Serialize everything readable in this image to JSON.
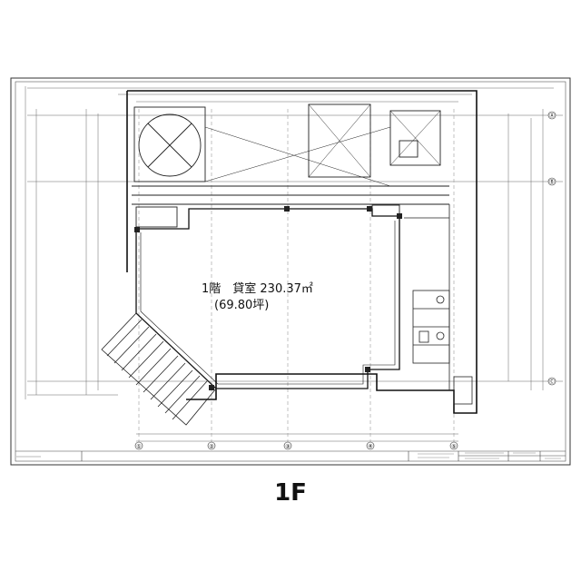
{
  "room": {
    "name_area": "1階　貸室 230.37㎡",
    "area_tsubo": "(69.80坪)"
  },
  "floor_label": "1F",
  "grid_axes": [
    "①",
    "②",
    "③",
    "④",
    "⑤"
  ],
  "grid_rows": [
    "Ⓐ",
    "Ⓑ",
    "Ⓒ"
  ],
  "colors": {
    "line": "#222222",
    "paper": "#ffffff"
  }
}
